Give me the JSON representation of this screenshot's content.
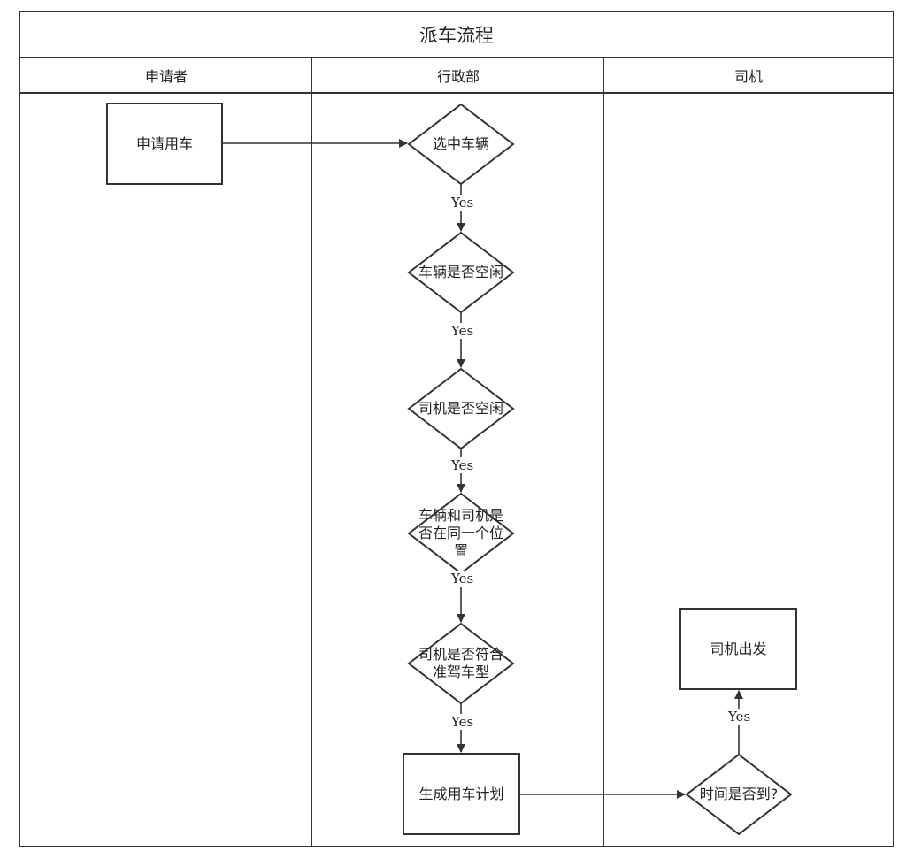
{
  "diagram": {
    "title": "派车流程",
    "lanes": [
      "申请者",
      "行政部",
      "司机"
    ],
    "nodes": {
      "apply": "申请用车",
      "select_vehicle": "选中车辆",
      "vehicle_free": "车辆是否空闲",
      "driver_free": "司机是否空闲",
      "same_location": "车辆和司机是否在同一个位置",
      "license_match": "司机是否符合准驾车型",
      "generate_plan": "生成用车计划",
      "time_arrived": "时间是否到?",
      "driver_depart": "司机出发"
    },
    "edge_label": "Yes"
  }
}
